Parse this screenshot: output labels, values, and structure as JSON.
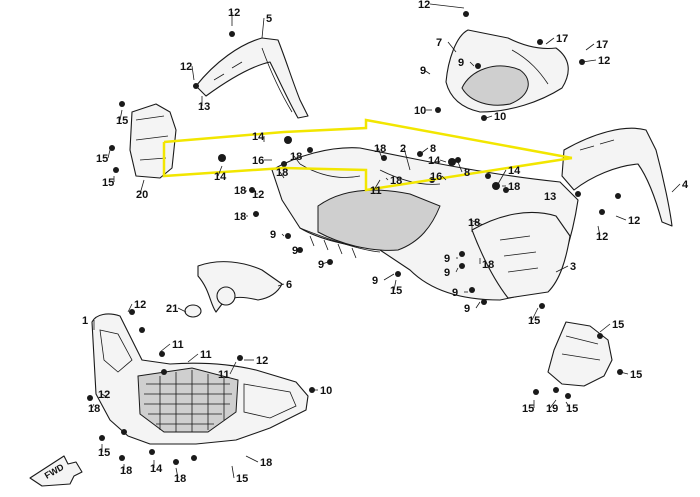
{
  "diagram": {
    "highlight_color": "#f2e600",
    "direction_label": "FWD",
    "callouts": [
      "1",
      "2",
      "3",
      "4",
      "5",
      "6",
      "7",
      "8",
      "9",
      "10",
      "11",
      "12",
      "13",
      "14",
      "15",
      "16",
      "17",
      "18",
      "19",
      "20",
      "21"
    ]
  }
}
